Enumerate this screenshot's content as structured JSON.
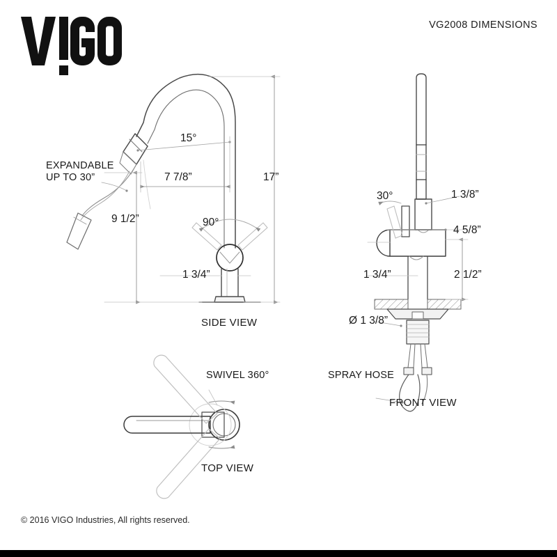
{
  "header": {
    "logo_text": "VIGO",
    "logo_name": "vigo-logo",
    "doc_title": "VG2008 DIMENSIONS"
  },
  "footer": {
    "copyright": "© 2016 VIGO Industries, All rights reserved."
  },
  "views": {
    "side": {
      "label": "SIDE VIEW",
      "dimensions": {
        "angle_spray": "15°",
        "reach": "7 7/8”",
        "height_total": "17”",
        "height_spout": "9 1/2”",
        "handle_angle": "90°",
        "base_height": "1 3/4”"
      },
      "notes": {
        "expandable_line1": "EXPANDABLE",
        "expandable_line2": "UP TO 30”"
      }
    },
    "front": {
      "label": "FRONT VIEW",
      "dimensions": {
        "handle_angle": "30°",
        "spout_width": "1 3/8”",
        "handle_height": "4 5/8”",
        "body_width": "1 3/4”",
        "body_height": "2 1/2”",
        "hole_diameter": "Ø 1 3/8”"
      },
      "notes": {
        "spray_hose": "SPRAY HOSE"
      }
    },
    "top": {
      "label": "TOP VIEW",
      "notes": {
        "swivel": "SWIVEL 360°"
      }
    }
  },
  "colors": {
    "background": "#ffffff",
    "ink": "#1a1a1a",
    "line_solid": "#3c3c3c",
    "line_light": "#9a9a9a",
    "line_dim": "#8c8c8c",
    "ghost": "#b8b8b8",
    "bottom_bar": "#000000"
  }
}
